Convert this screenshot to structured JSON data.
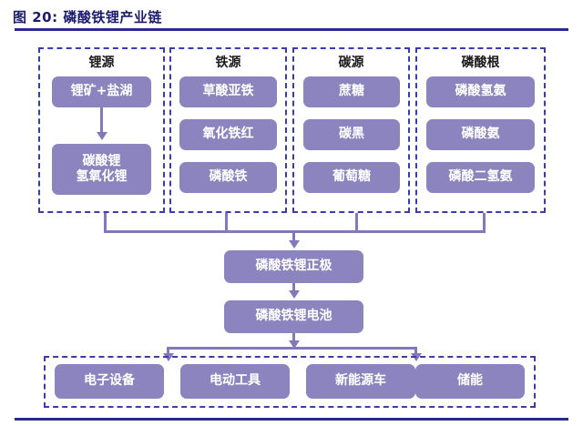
{
  "figure": {
    "title": "图 20: 磷酸铁锂产业链"
  },
  "colors": {
    "node_fill": "#8b84bf",
    "node_text": "#ffffff",
    "dashed_border": "#3b3bb0",
    "connector": "#8178bd",
    "rule": "#2b2b8f",
    "title_text": "#1c1c6e"
  },
  "source_groups": [
    {
      "title": "锂源",
      "nodes": [
        "锂矿+盐湖",
        "碳酸锂\n氢氧化锂"
      ],
      "internal_arrow": true
    },
    {
      "title": "铁源",
      "nodes": [
        "草酸亚铁",
        "氧化铁红",
        "磷酸铁"
      ],
      "internal_arrow": false
    },
    {
      "title": "碳源",
      "nodes": [
        "蔗糖",
        "碳黑",
        "葡萄糖"
      ],
      "internal_arrow": false
    },
    {
      "title": "磷酸根",
      "nodes": [
        "磷酸氢氨",
        "磷酸氨",
        "磷酸二氢氨"
      ],
      "internal_arrow": false
    }
  ],
  "group1": {
    "title": "锂源",
    "node1": "锂矿+盐湖",
    "node2_line1": "碳酸锂",
    "node2_line2": "氢氧化锂"
  },
  "group2": {
    "title": "铁源",
    "node1": "草酸亚铁",
    "node2": "氧化铁红",
    "node3": "磷酸铁"
  },
  "group3": {
    "title": "碳源",
    "node1": "蔗糖",
    "node2": "碳黑",
    "node3": "葡萄糖"
  },
  "group4": {
    "title": "磷酸根",
    "node1": "磷酸氢氨",
    "node2": "磷酸氨",
    "node3": "磷酸二氢氨"
  },
  "midstream": {
    "cathode": "磷酸铁锂正极",
    "battery": "磷酸铁锂电池"
  },
  "applications": {
    "items": [
      "电子设备",
      "电动工具",
      "新能源车",
      "储能"
    ],
    "item1": "电子设备",
    "item2": "电动工具",
    "item3": "新能源车",
    "item4": "储能"
  }
}
